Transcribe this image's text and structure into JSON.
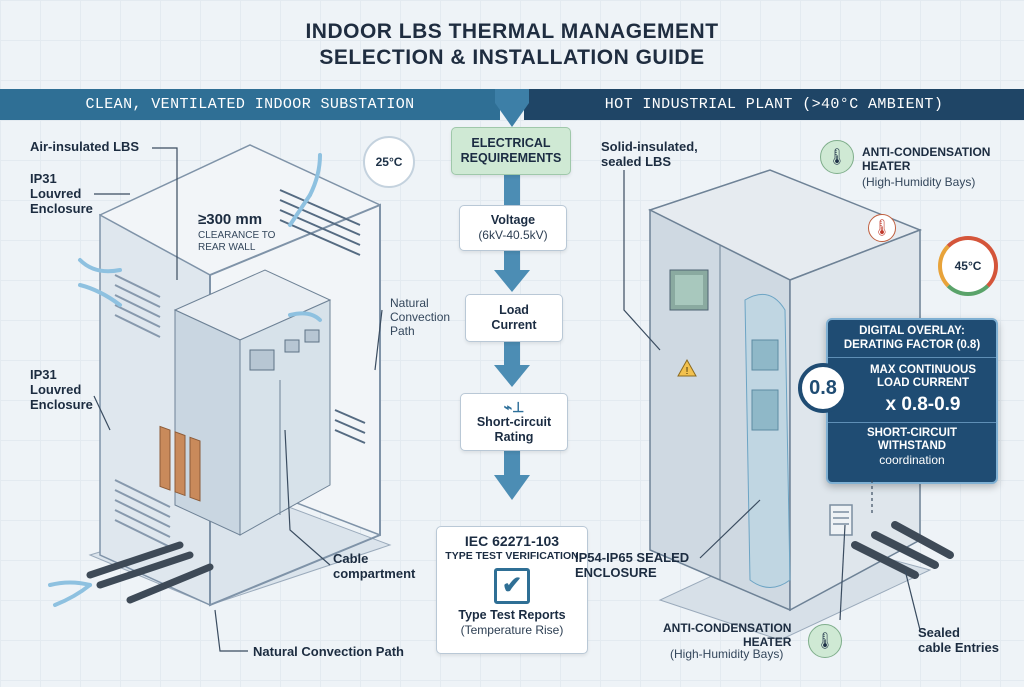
{
  "title": {
    "line1": "INDOOR LBS THERMAL MANAGEMENT",
    "line2": "SELECTION & INSTALLATION GUIDE"
  },
  "left": {
    "banner": "CLEAN, VENTILATED INDOOR SUBSTATION",
    "air_insulated": "Air-insulated LBS",
    "louvred_top": "IP31\nLouvred\nEnclosure",
    "louvred_bottom": "IP31\nLouvred\nEnclosure",
    "clearance_value": "≥300 mm",
    "clearance_text": "CLEARANCE TO\nREAR WALL",
    "convection_right": "Natural\nConvection\nPath",
    "cable_compartment": "Cable\ncompartment",
    "convection_bottom": "Natural Convection Path",
    "gauge_temp": "25°C"
  },
  "center": {
    "electrical": "ELECTRICAL\nREQUIREMENTS",
    "voltage_label": "Voltage",
    "voltage_range": "(6kV-40.5kV)",
    "load_current": "Load\nCurrent",
    "short_circuit": "Short-circuit\nRating",
    "iec_standard": "IEC 62271-103",
    "iec_sub": "TYPE TEST VERIFICATION",
    "reports": "Type Test Reports",
    "reports_sub": "(Temperature Rise)"
  },
  "right": {
    "banner": "HOT INDUSTRIAL PLANT (>40°C AMBIENT)",
    "solid_insulated": "Solid-insulated,\nsealed LBS",
    "heater_top": "ANTI-CONDENSATION\nHEATER",
    "heater_top_sub": "(High-Humidity Bays)",
    "gauge_temp": "45°C",
    "overlay_title": "DIGITAL OVERLAY:\nDERATING FACTOR (0.8)",
    "derating_value": "0.8",
    "max_current": "MAX CONTINUOUS\nLOAD CURRENT",
    "factor_range": "x 0.8-0.9",
    "withstand": "SHORT-CIRCUIT\nWITHSTAND",
    "coordination": "coordination",
    "sealed_enclosure": "IP54-IP65 SEALED\nENCLOSURE",
    "heater_bottom": "ANTI-CONDENSATION\nHEATER",
    "heater_bottom_sub": "(High-Humidity Bays)",
    "sealed_entries": "Sealed\ncable Entries"
  },
  "colors": {
    "banner_left": "#2f6f95",
    "banner_right": "#1f4566",
    "accent_green": "#cfe9d4",
    "overlay": "#1f4c73",
    "warning": "#f2c14e"
  }
}
